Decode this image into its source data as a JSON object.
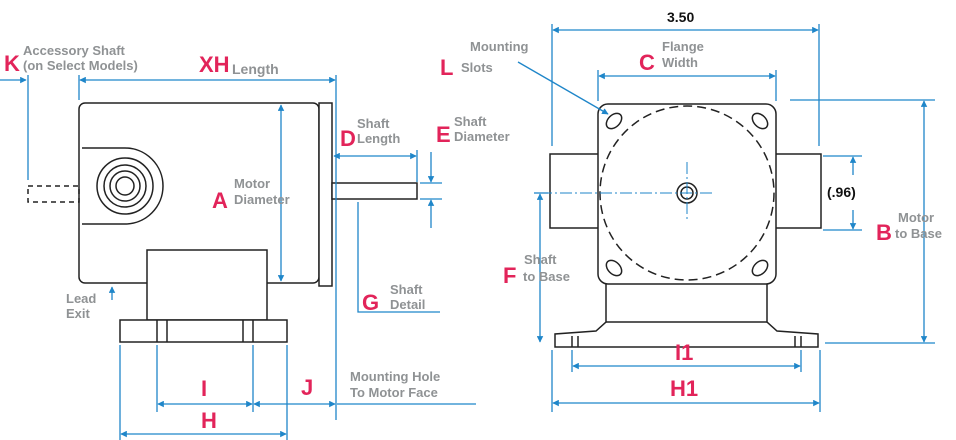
{
  "colors": {
    "accent": "#e2245a",
    "dimension_line": "#1f86c9",
    "label": "#8f9294",
    "outline": "#222222",
    "body": "#ffffff"
  },
  "side_view": {
    "K": {
      "letter": "K",
      "text": "Accessory Shaft",
      "text2": "(on Select Models)"
    },
    "XH": {
      "letter": "XH",
      "text": "Length"
    },
    "D": {
      "letter": "D",
      "text": "Shaft",
      "text2": "Length"
    },
    "E": {
      "letter": "E",
      "text": "Shaft",
      "text2": "Diameter"
    },
    "A": {
      "letter": "A",
      "text": "Motor",
      "text2": "Diameter"
    },
    "G": {
      "letter": "G",
      "text": "Shaft",
      "text2": "Detail"
    },
    "lead_exit": {
      "text": "Lead",
      "text2": "Exit"
    },
    "I": {
      "letter": "I"
    },
    "J": {
      "letter": "J"
    },
    "H": {
      "letter": "H"
    },
    "mounting_hole": {
      "text": "Mounting Hole",
      "text2": "To Motor Face"
    }
  },
  "front_view": {
    "width_value": "3.50",
    "L": {
      "letter": "L",
      "text": "Mounting",
      "text2": "Slots"
    },
    "C": {
      "letter": "C",
      "text": "Flange",
      "text2": "Width"
    },
    "B": {
      "letter": "B",
      "text": "Motor",
      "text2": "to Base"
    },
    "center_value": "(.96)",
    "F": {
      "letter": "F",
      "text": "Shaft",
      "text2": "to Base"
    },
    "I1": {
      "letter": "I1"
    },
    "H1": {
      "letter": "H1"
    }
  }
}
